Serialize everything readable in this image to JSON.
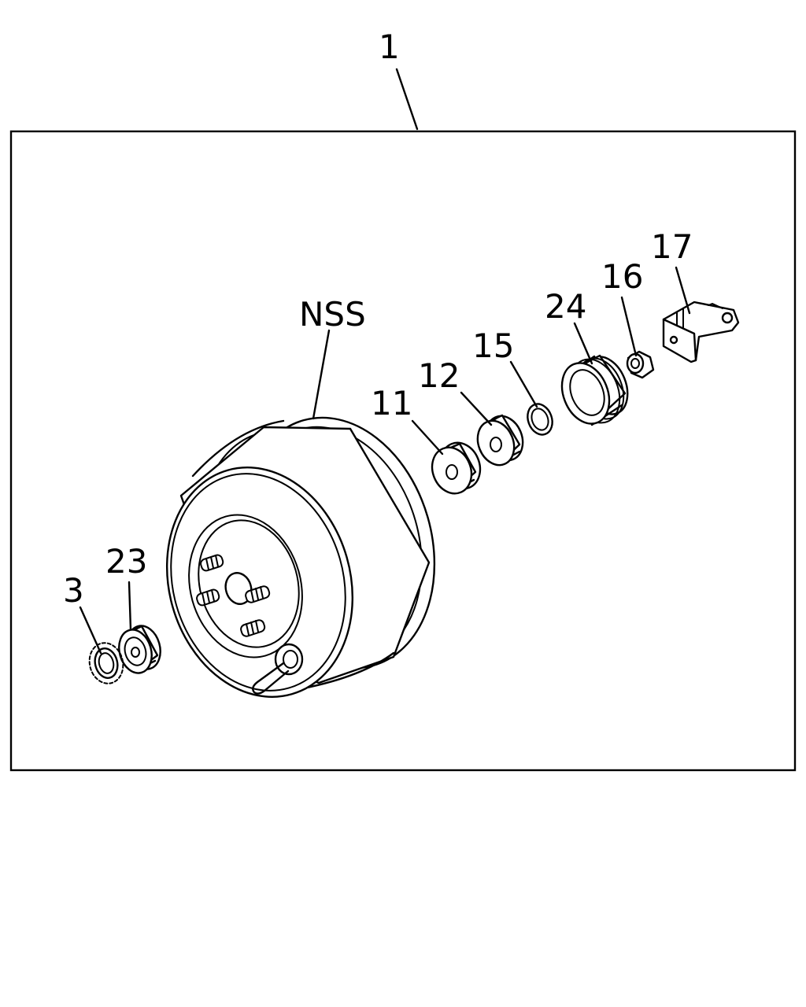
{
  "diagram": {
    "assembly_label": "1",
    "parts": [
      {
        "id": "nss",
        "label": "NSS"
      },
      {
        "id": "p11",
        "label": "11"
      },
      {
        "id": "p12",
        "label": "12"
      },
      {
        "id": "p15",
        "label": "15"
      },
      {
        "id": "p24",
        "label": "24"
      },
      {
        "id": "p16",
        "label": "16"
      },
      {
        "id": "p17",
        "label": "17"
      },
      {
        "id": "p23",
        "label": "23"
      },
      {
        "id": "p3",
        "label": "3"
      }
    ]
  }
}
